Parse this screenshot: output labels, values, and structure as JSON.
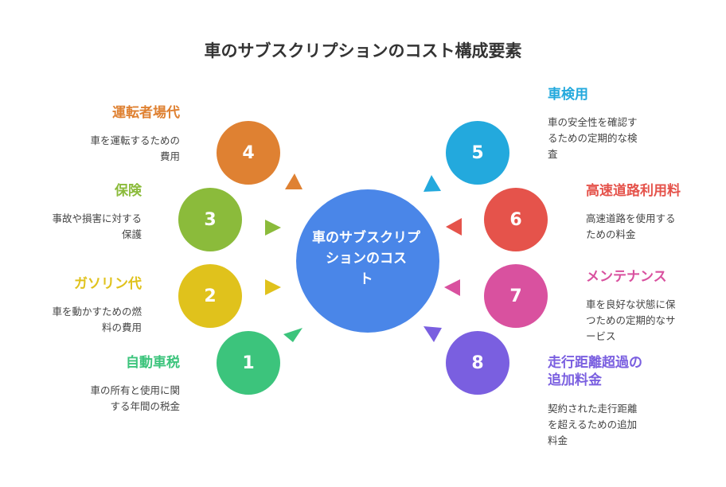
{
  "title": "車のサブスクリプションのコスト構成要素",
  "center": {
    "line1": "車のサブスクリプ",
    "line2": "ションのコス",
    "line3": "ト",
    "color": "#4a86e8"
  },
  "items": [
    {
      "num": "1",
      "title": "自動車税",
      "desc1": "車の所有と使用に関",
      "desc2": "する年間の税金",
      "color": "#3cc47c"
    },
    {
      "num": "2",
      "title": "ガソリン代",
      "desc1": "車を動かすための燃",
      "desc2": "料の費用",
      "color": "#e0c21c"
    },
    {
      "num": "3",
      "title": "保険",
      "desc1": "事故や損害に対する",
      "desc2": "保護",
      "color": "#8bbb3b"
    },
    {
      "num": "4",
      "title": "運転者場代",
      "desc1": "車を運転するための",
      "desc2": "費用",
      "color": "#df8132"
    },
    {
      "num": "5",
      "title": "車検用",
      "desc1": "車の安全性を確認す",
      "desc2": "るための定期的な検",
      "desc3": "査",
      "color": "#23a9dd"
    },
    {
      "num": "6",
      "title": "高速道路利用料",
      "desc1": "高速道路を使用する",
      "desc2": "ための料金",
      "color": "#e5534b"
    },
    {
      "num": "7",
      "title": "メンテナンス",
      "desc1": "車を良好な状態に保",
      "desc2": "つための定期的なサ",
      "desc3": "ービス",
      "color": "#d9519f"
    },
    {
      "num": "8",
      "title": "走行距離超過の",
      "title2": "追加料金",
      "desc1": "契約された走行距離",
      "desc2": "を超えるための追加",
      "desc3": "料金",
      "color": "#7a5fe0"
    }
  ]
}
